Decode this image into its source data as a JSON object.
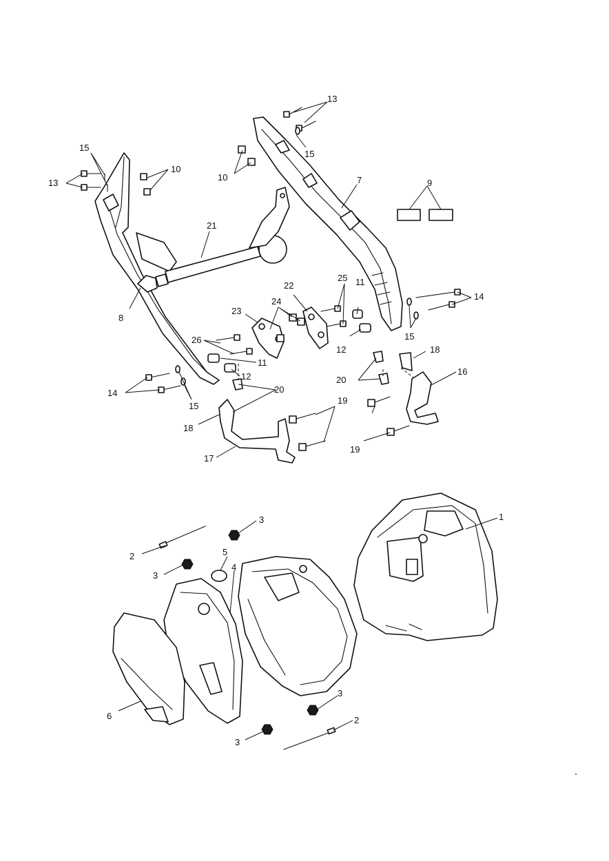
{
  "callouts": {
    "c1": "1",
    "c2a": "2",
    "c2b": "2",
    "c3a": "3",
    "c3b": "3",
    "c3c": "3",
    "c3d": "3",
    "c4": "4",
    "c5": "5",
    "c6": "6",
    "c7": "7",
    "c8": "8",
    "c9": "9",
    "c10a": "10",
    "c10b": "10",
    "c11a": "11",
    "c11b": "11",
    "c12a": "12",
    "c12b": "12",
    "c13a": "13",
    "c13b": "13",
    "c14a": "14",
    "c14b": "14",
    "c15a": "15",
    "c15b": "15",
    "c15c": "15",
    "c15d": "15",
    "c16": "16",
    "c17": "17",
    "c18a": "18",
    "c18b": "18",
    "c19a": "19",
    "c19b": "19",
    "c20a": "20",
    "c20b": "20",
    "c21": "21",
    "c22": "22",
    "c23": "23",
    "c24": "24",
    "c25": "25",
    "c26": "26"
  }
}
